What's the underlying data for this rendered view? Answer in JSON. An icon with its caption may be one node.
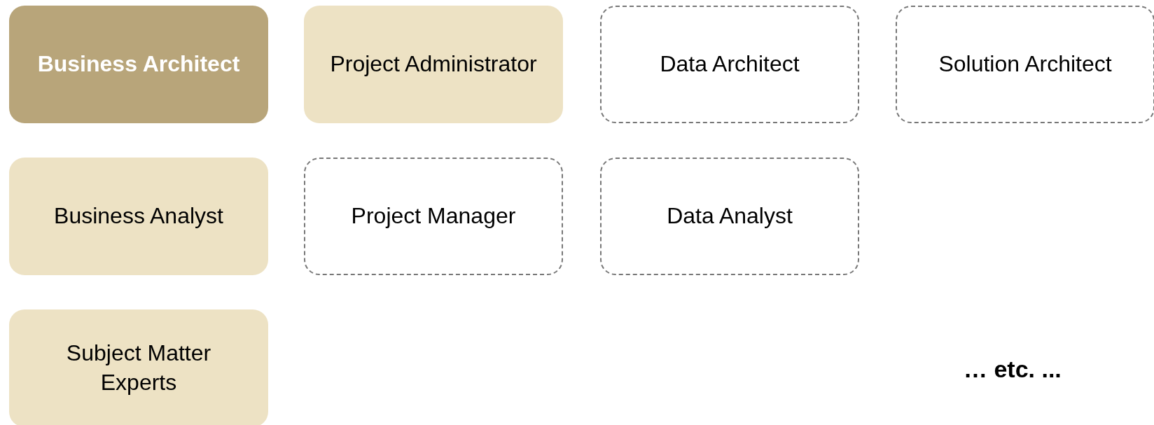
{
  "diagram": {
    "nodes": [
      {
        "text": [
          "Business Architect"
        ]
      },
      {
        "text": [
          "Project Administrator"
        ]
      },
      {
        "text": [
          "Data Architect"
        ]
      },
      {
        "text": [
          "Solution Architect"
        ]
      },
      {
        "text": [
          "Business Analyst"
        ]
      },
      {
        "text": [
          "Project Manager"
        ]
      },
      {
        "text": [
          "Data Analyst"
        ]
      },
      {
        "text": [
          "Subject Matter Experts"
        ]
      }
    ],
    "labels": [
      "… etc. ..."
    ]
  }
}
